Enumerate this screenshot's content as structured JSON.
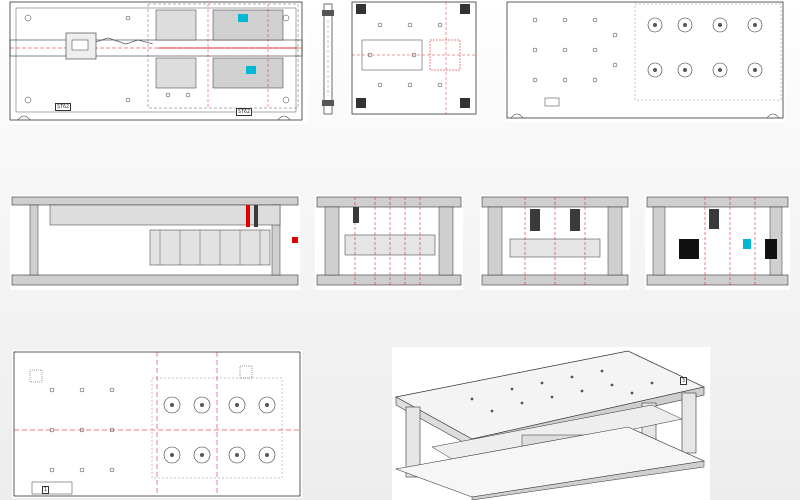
{
  "drawing": {
    "views": [
      {
        "id": "top-plan",
        "kind": "plan"
      },
      {
        "id": "side-elevation",
        "kind": "profile"
      },
      {
        "id": "plate-plan-b",
        "kind": "plan"
      },
      {
        "id": "plate-plan-c",
        "kind": "plan-dense"
      },
      {
        "id": "section-long",
        "kind": "section"
      },
      {
        "id": "section-a",
        "kind": "section"
      },
      {
        "id": "section-b",
        "kind": "section"
      },
      {
        "id": "section-c",
        "kind": "section"
      },
      {
        "id": "bottom-plan",
        "kind": "plan-dense"
      },
      {
        "id": "isometric",
        "kind": "isometric"
      }
    ],
    "tags": {
      "top_left_tag": "ST62",
      "top_right_tag": "ST62",
      "bottom_left_tag": "1",
      "bottom_right_tag": "3"
    },
    "colors": {
      "line": "#333333",
      "hidden": "#888888",
      "red": "#e00000",
      "cyan": "#00b8d4",
      "fill": "#cfcfcf",
      "dark": "#3a3a3a"
    }
  }
}
